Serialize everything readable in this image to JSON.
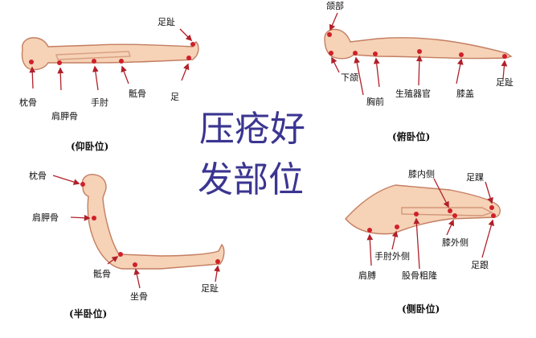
{
  "title": {
    "line1": "压疮好",
    "line2": "发部位"
  },
  "supine": {
    "caption": "(仰卧位)",
    "labels": {
      "occipital": "枕骨",
      "scapula": "肩胛骨",
      "elbow": "手肘",
      "sacrum": "骶骨",
      "heel": "足",
      "toe": "足趾"
    }
  },
  "prone": {
    "caption": "(俯卧位)",
    "labels": {
      "cheek": "颌部",
      "chin": "下颌",
      "chest": "胸前",
      "genital": "生殖器官",
      "knee": "膝盖",
      "toe": "足趾"
    }
  },
  "semi": {
    "caption": "(半卧位)",
    "labels": {
      "occipital": "枕骨",
      "scapula": "肩胛骨",
      "sacrum": "骶骨",
      "ischium": "坐骨",
      "toe": "足趾"
    }
  },
  "lateral": {
    "caption": "(侧卧位)",
    "labels": {
      "inner_knee": "膝内侧",
      "ankle": "足踝",
      "outer_elbow": "手肘外侧",
      "outer_knee": "膝外侧",
      "heel": "足跟",
      "shoulder": "肩膊",
      "trochanter": "股骨粗隆"
    }
  },
  "colors": {
    "skin": "#f6d2b6",
    "outline": "#c47e62",
    "point": "#d0202a",
    "title": "#3b3591"
  }
}
